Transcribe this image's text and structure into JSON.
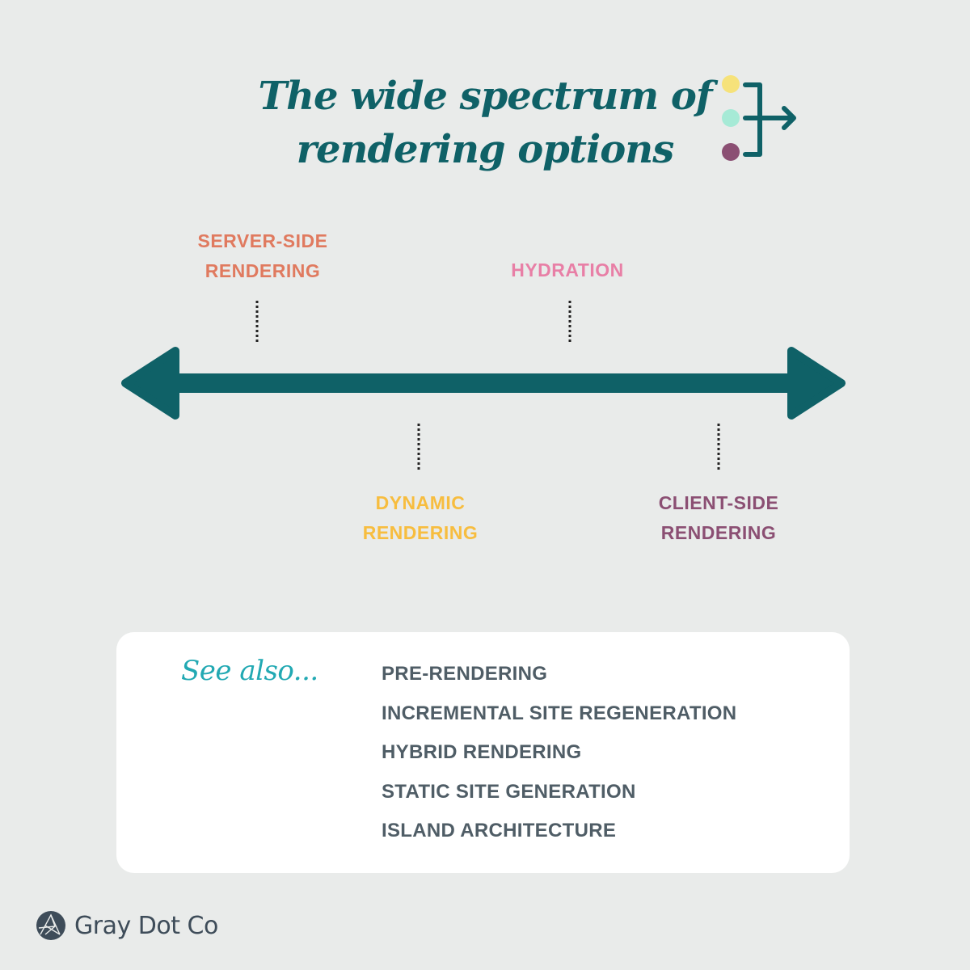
{
  "title": {
    "line1": "The wide spectrum of",
    "line2": "rendering options"
  },
  "title_icon": {
    "name": "merge-arrow-icon",
    "dot_colors": [
      "#f6e27a",
      "#a6ead6",
      "#8b4f73"
    ],
    "arrow_color": "#0f6167"
  },
  "spectrum": {
    "arrow_color": "#0f6167",
    "labels": [
      {
        "id": "server-side-rendering",
        "lines": [
          "SERVER-SIDE",
          "RENDERING"
        ],
        "color": "#e07a5f"
      },
      {
        "id": "hydration",
        "lines": [
          "HYDRATION"
        ],
        "color": "#e87fa6"
      },
      {
        "id": "dynamic-rendering",
        "lines": [
          "DYNAMIC",
          "RENDERING"
        ],
        "color": "#f7bd3f"
      },
      {
        "id": "client-side-rendering",
        "lines": [
          "CLIENT-SIDE",
          "RENDERING"
        ],
        "color": "#8b4f73"
      }
    ]
  },
  "see_also": {
    "heading": "See also...",
    "items": [
      "PRE-RENDERING",
      "INCREMENTAL SITE REGENERATION",
      "HYBRID RENDERING",
      "STATIC SITE GENERATION",
      "ISLAND ARCHITECTURE"
    ]
  },
  "brand": {
    "name": "Gray Dot Co",
    "logo": "gray-dot-co-logo"
  }
}
